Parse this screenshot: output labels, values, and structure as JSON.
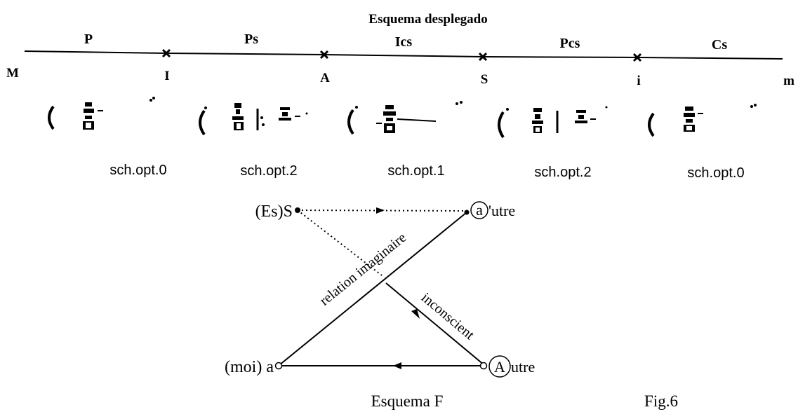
{
  "title": "Esquema desplegado",
  "segments": [
    {
      "label": "P"
    },
    {
      "label": "Ps"
    },
    {
      "label": "Ics"
    },
    {
      "label": "Pcs"
    },
    {
      "label": "Cs"
    }
  ],
  "points": [
    {
      "label": "M"
    },
    {
      "label": "I"
    },
    {
      "label": "A"
    },
    {
      "label": "S"
    },
    {
      "label": "i"
    },
    {
      "label": "m"
    }
  ],
  "schemes": [
    {
      "label": "sch.opt.0"
    },
    {
      "label": "sch.opt.2"
    },
    {
      "label": "sch.opt.1"
    },
    {
      "label": "sch.opt.2"
    },
    {
      "label": "sch.opt.0"
    }
  ],
  "schema_l": {
    "es_s": "(Es)S",
    "autre_small_letter": "a",
    "autre_small_rest": "'utre",
    "moi_a": "(moi) a",
    "autre_big_letter": "A",
    "autre_big_rest": "utre",
    "relation_label": "relation imaginaire",
    "inconscient_label": "inconscient"
  },
  "caption_left": "Esquema F",
  "caption_right": "Fig.6"
}
